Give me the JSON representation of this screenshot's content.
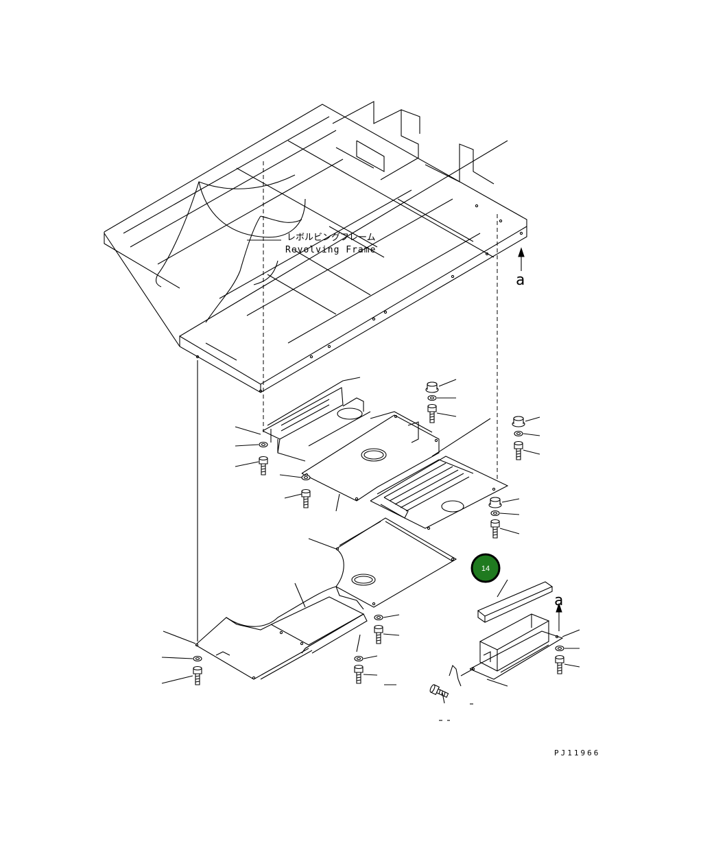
{
  "labels": {
    "frame_jp": "レボルビングフレーム",
    "frame_en": "Revolving Frame",
    "view_a_top": "a",
    "view_a_bottom": "a",
    "drawing_code": "PJ11966"
  },
  "callout": {
    "number": "14",
    "fill_color": "#1f7a1f",
    "ring_color": "#000000"
  },
  "icons": {
    "arrow": "up-arrow-icon",
    "bolt": "bolt-icon",
    "washer": "washer-icon",
    "cap": "cap-icon"
  }
}
